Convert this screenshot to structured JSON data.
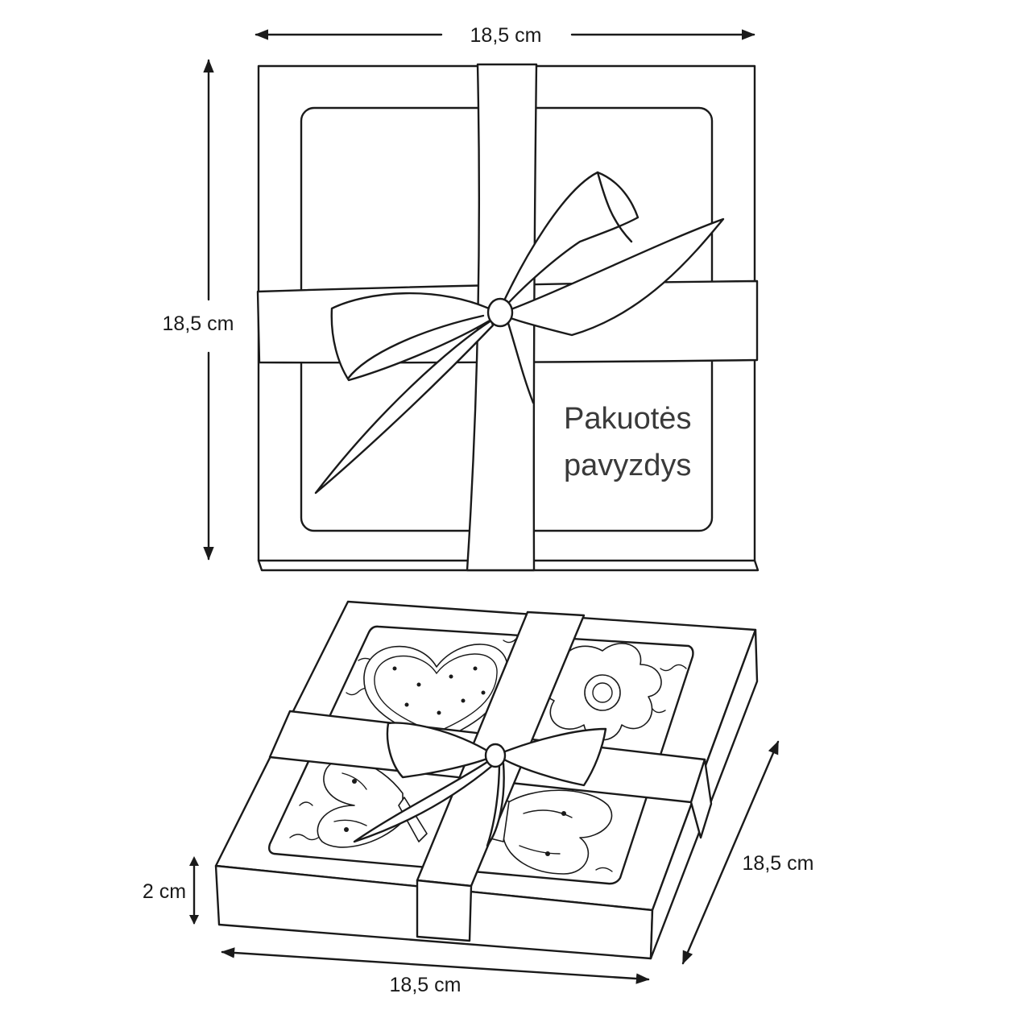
{
  "top_view": {
    "width_label": "18,5 cm",
    "height_label": "18,5 cm",
    "caption_line1": "Pakuotės",
    "caption_line2": "pavyzdys"
  },
  "open_view": {
    "height_label": "2 cm",
    "width_label": "18,5 cm",
    "depth_label": "18,5 cm",
    "contents_icons": [
      "heart-cookie-icon",
      "flower-cookie-icon",
      "butterfly-cookie-icon",
      "butterfly-cookie-icon"
    ]
  },
  "colors": {
    "line": "#1a1a1a",
    "background": "#ffffff",
    "caption": "#3a3a3a"
  }
}
